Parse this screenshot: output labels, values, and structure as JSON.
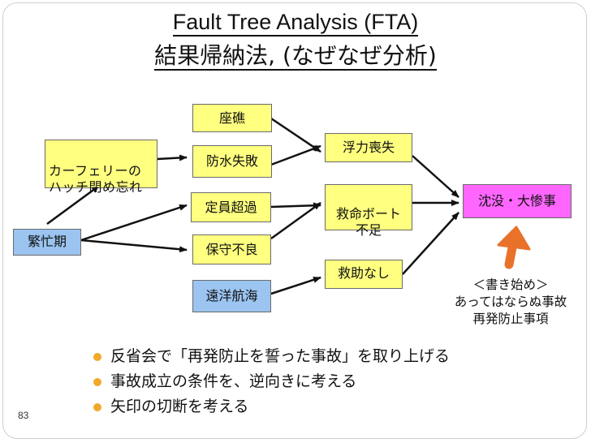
{
  "slide": {
    "title_line1": "Fault Tree Analysis (FTA)",
    "title_line2": "結果帰納法, (なぜなぜ分析)",
    "page_number": "83"
  },
  "boxes": {
    "zaisho": "座礁",
    "ferry": "カーフェリーの\nハッチ閉め忘れ",
    "bosui": "防水失敗",
    "teiin": "定員超過",
    "hanbouki": "繁忙期",
    "hoshu": "保守不良",
    "enyo": "遠洋航海",
    "furyoku": "浮力喪失",
    "kyumei": "救命ボート\n不足",
    "kyujo": "救助なし",
    "chinbotsu": "沈没・大惨事"
  },
  "note": {
    "line1": "＜書き始め＞",
    "line2": "あってはならぬ事故",
    "line3": "再発防止事項"
  },
  "bullets": [
    "反省会で「再発防止を誓った事故」を取り上げる",
    "事故成立の条件を、逆向きに考える",
    "矢印の切断を考える"
  ],
  "colors": {
    "yellow_box": "#ffff80",
    "blue_box": "#9bc4f0",
    "pink_box": "#ff66ff",
    "highlight_arrow": "#e8722a",
    "bullet": "#f0a92a"
  }
}
